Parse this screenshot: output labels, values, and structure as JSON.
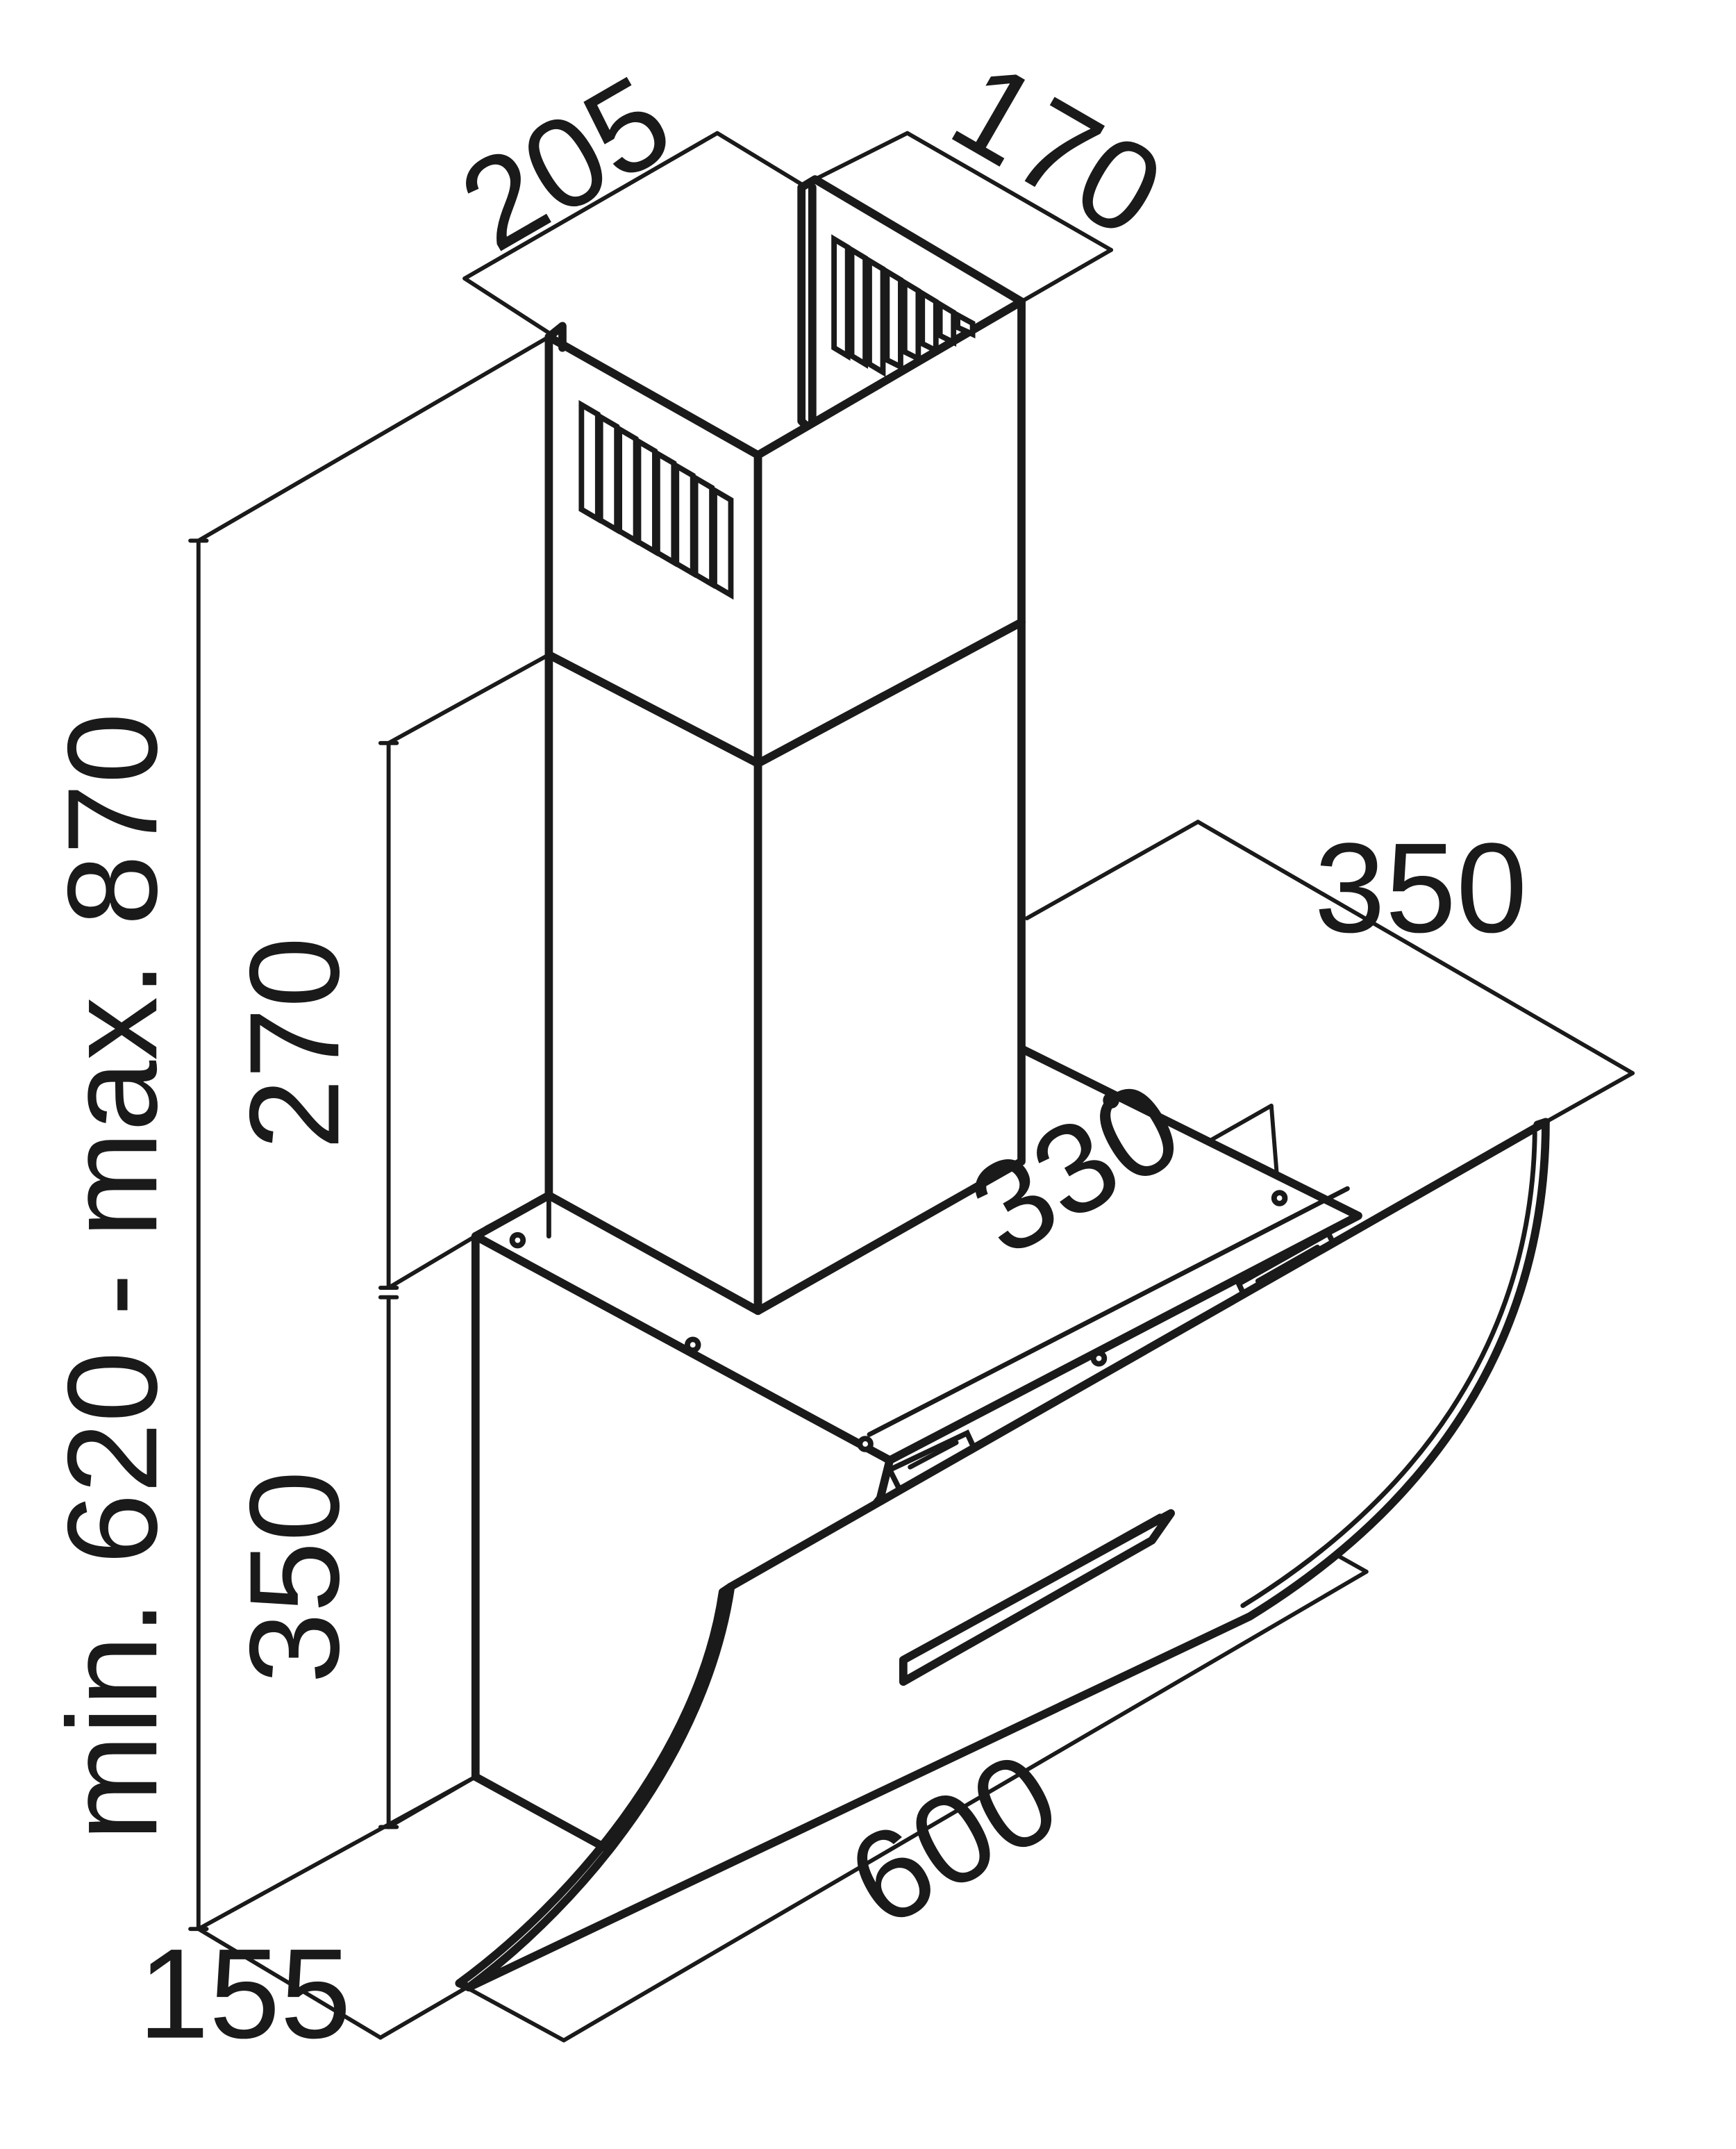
{
  "dimensions": {
    "chimney_width": "205",
    "chimney_depth": "170",
    "total_height": "min. 620 - max. 870",
    "upper_chimney_height": "270",
    "canopy_depth": "350",
    "mount_width": "330",
    "body_height": "350",
    "hood_width": "600",
    "base_depth": "155"
  },
  "colors": {
    "line": "#1a1a1a",
    "background": "#ffffff"
  }
}
